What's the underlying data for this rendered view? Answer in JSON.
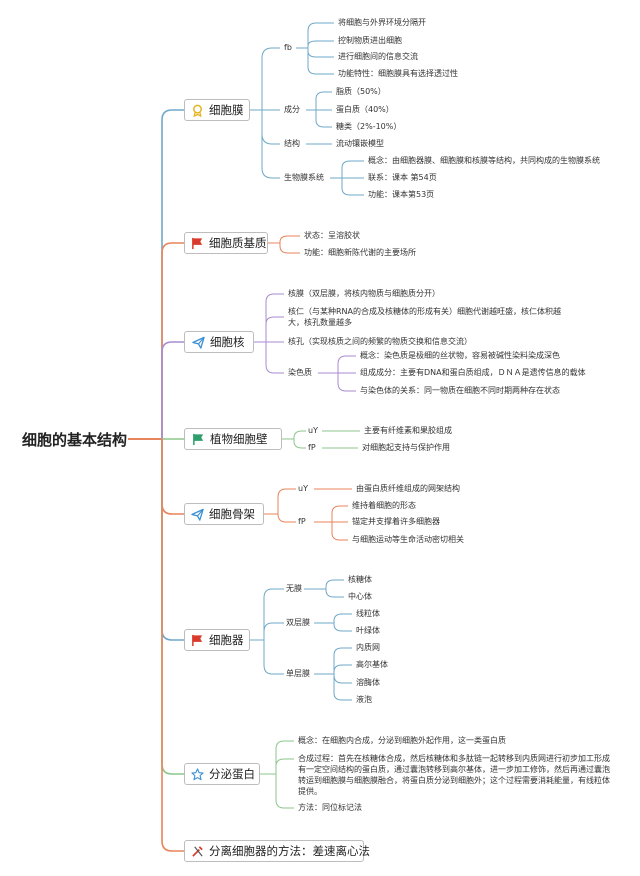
{
  "root": {
    "label": "细胞的基本结构"
  },
  "colors": {
    "membrane": "#6fa8c8",
    "cytoplasm": "#e8845a",
    "nucleus": "#a98bd0",
    "cellwall": "#8cc68c",
    "skeleton": "#e8845a",
    "organelle": "#6fa8c8",
    "secretion": "#8cc68c",
    "method": "#e8845a",
    "root_line": "#e8845a"
  },
  "icons": {
    "membrane": "award-icon",
    "cytoplasm": "flag-icon",
    "nucleus": "paper-plane-icon",
    "cellwall": "flag-icon",
    "skeleton": "paper-plane-icon",
    "organelle": "flag-icon",
    "secretion": "star-icon",
    "method": "tools-icon"
  },
  "membrane": {
    "label": "细胞膜",
    "fb": {
      "label": "fb",
      "items": [
        "将细胞与外界环境分隔开",
        "控制物质进出细胞",
        "进行细胞间的信息交流",
        "功能特性：细胞膜具有选择透过性"
      ]
    },
    "composition": {
      "label": "成分",
      "items": [
        "脂质（50%）",
        "蛋白质（40%）",
        "糖类（2%-10%）"
      ]
    },
    "structure": {
      "label": "结构",
      "value": "流动镶嵌模型"
    },
    "biomembrane": {
      "label": "生物膜系统",
      "items": [
        "概念：由细胞器膜、细胞膜和核膜等结构，共同构成的生物膜系统",
        "联系：课本 第54页",
        "功能：课本第53页"
      ]
    }
  },
  "cytoplasm": {
    "label": "细胞质基质",
    "items": [
      "状态：呈溶胶状",
      "功能：细胞新陈代谢的主要场所"
    ]
  },
  "nucleus": {
    "label": "细胞核",
    "items": [
      "核膜（双层膜，将核内物质与细胞质分开）",
      "核仁（与某种RNA的合成及核糖体的形成有关）细胞代谢越旺盛，核仁体积越大，核孔数量越多",
      "核孔（实现核质之间的频繁的物质交换和信息交流）"
    ],
    "chromatin": {
      "label": "染色质",
      "items": [
        "概念：染色质是极细的丝状物，容易被碱性染料染成深色",
        "组成成分：主要有DNA和蛋白质组成，ＤＮＡ是遗传信息的载体",
        "与染色体的关系：同一物质在细胞不同时期两种存在状态"
      ]
    }
  },
  "cellwall": {
    "label": "植物细胞壁",
    "uY": {
      "label": "uY",
      "value": "主要有纤维素和果胶组成"
    },
    "fP": {
      "label": "fP",
      "value": "对细胞起支持与保护作用"
    }
  },
  "skeleton": {
    "label": "细胞骨架",
    "uY": {
      "label": "uY",
      "value": "由蛋白质纤维组成的网架结构"
    },
    "fP": {
      "label": "fP",
      "items": [
        "维持着细胞的形态",
        "锚定并支撑着许多细胞器",
        "与细胞运动等生命活动密切相关"
      ]
    }
  },
  "organelle": {
    "label": "细胞器",
    "nomembrane": {
      "label": "无膜",
      "items": [
        "核糖体",
        "中心体"
      ]
    },
    "double": {
      "label": "双层膜",
      "items": [
        "线粒体",
        "叶绿体"
      ]
    },
    "single": {
      "label": "单层膜",
      "items": [
        "内质网",
        "高尔基体",
        "溶酶体",
        "液泡"
      ]
    }
  },
  "secretion": {
    "label": "分泌蛋白",
    "items": [
      "概念：在细胞内合成，分泌到细胞外起作用，这一类蛋白质",
      "合成过程：首先在核糖体合成，然后核糖体和多肽链一起转移到内质网进行初步加工形成有一定空间结构的蛋白质，通过囊泡转移到高尔基体，进一步加工修饰，然后再通过囊泡转运到细胞膜与细胞膜融合，将蛋白质分泌到细胞外；这个过程需要消耗能量，有线粒体提供。",
      "方法：同位标记法"
    ]
  },
  "method": {
    "label": "分离细胞器的方法：差速离心法"
  }
}
